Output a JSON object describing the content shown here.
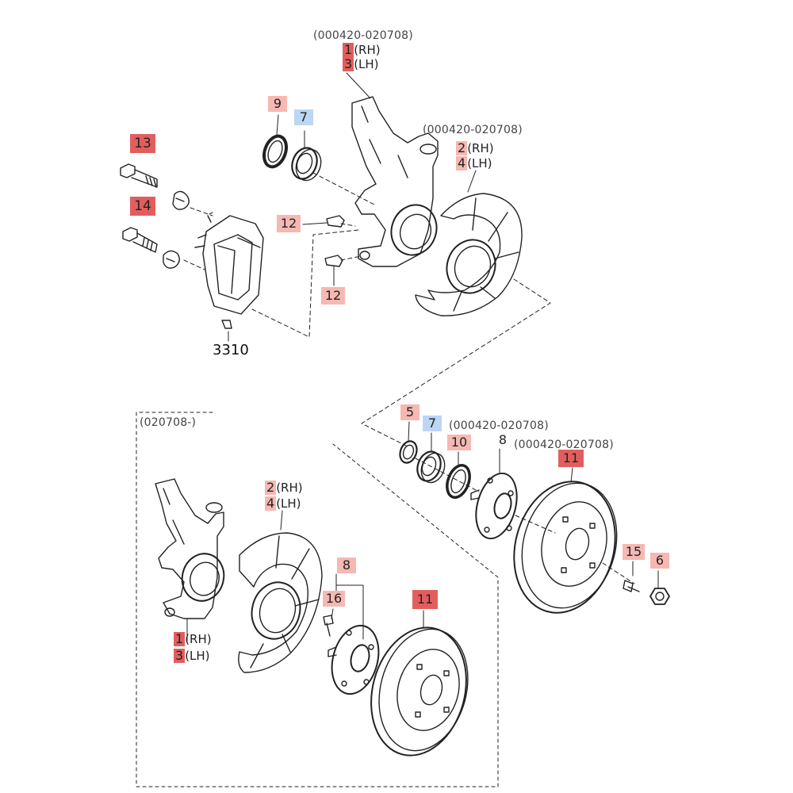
{
  "labels": {
    "top_date": "(000420-020708)",
    "top_knuckle_rh_num": "1",
    "top_knuckle_rh_side": "(RH)",
    "top_knuckle_lh_num": "3",
    "top_knuckle_lh_side": "(LH)",
    "seal_9": "9",
    "bearing_7_top": "7",
    "plate_date_top": "(000420-020708)",
    "top_plate_rh_num": "2",
    "top_plate_rh_side": "(RH)",
    "top_plate_lh_num": "4",
    "top_plate_lh_side": "(LH)",
    "bolt_13": "13",
    "bolt_14": "14",
    "clip_12_upper": "12",
    "clip_12_lower": "12",
    "caliper_ref": "3310",
    "seal_5": "5",
    "bearing_7_mid": "7",
    "mid_date_1": "(000420-020708)",
    "seal_10": "10",
    "hub_8_mid": "8",
    "mid_date_2": "(000420-020708)",
    "disc_11_mid": "11",
    "stud_15": "15",
    "nut_6": "6",
    "box_date": "(020708-)",
    "box_plate_rh_num": "2",
    "box_plate_rh_side": "(RH)",
    "box_plate_lh_num": "4",
    "box_plate_lh_side": "(LH)",
    "box_hub_8": "8",
    "box_stud_16": "16",
    "box_disc_11": "11",
    "box_knuckle_rh_num": "1",
    "box_knuckle_rh_side": "(RH)",
    "box_knuckle_lh_num": "3",
    "box_knuckle_lh_side": "(LH)"
  },
  "colors": {
    "badge_red": "#e25e5e",
    "badge_pink": "#f5b8b3",
    "badge_blue": "#bcd6f3",
    "line": "#222222"
  }
}
